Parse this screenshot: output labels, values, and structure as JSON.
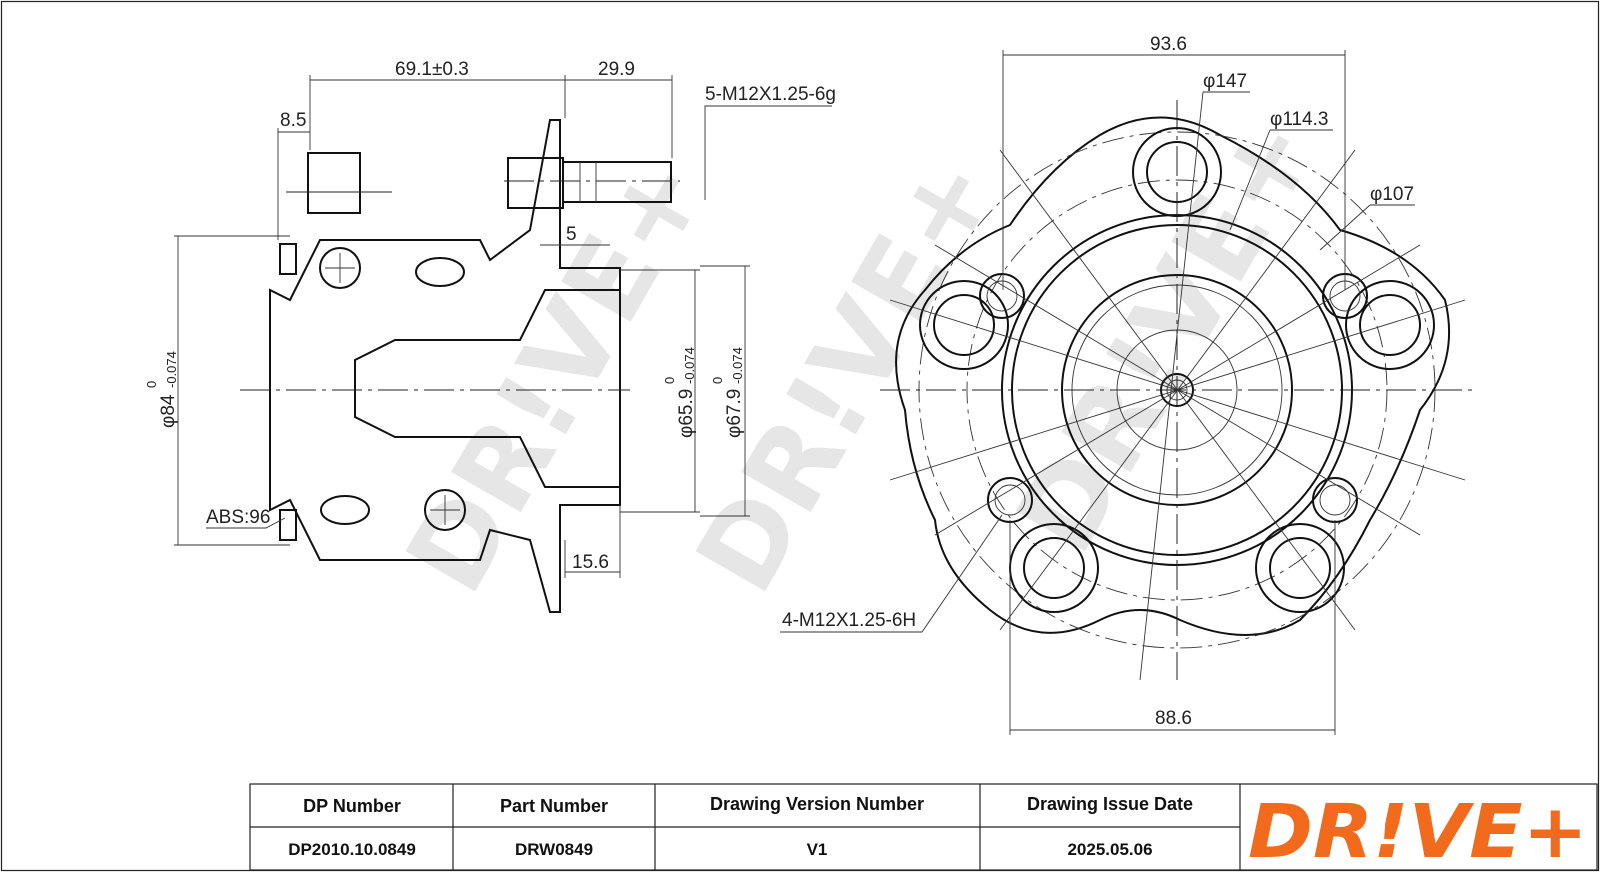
{
  "watermark": "DR!VE+",
  "side_view": {
    "dim_flange_offset": "69.1±0.3",
    "dim_stud_length": "29.9",
    "dim_stud_thread": "5-M12X1.25-6g",
    "dim_wall": "8.5",
    "dim_small": "5",
    "dim_od": "φ84",
    "dim_od_tol_upper": "0",
    "dim_od_tol_lower": "-0.074",
    "dim_bore1": "φ65.9",
    "dim_bore1_tol_upper": "0",
    "dim_bore1_tol_lower": "-0.074",
    "dim_bore2": "φ67.9",
    "dim_bore2_tol_upper": "0",
    "dim_bore2_tol_lower": "-0.074",
    "dim_abs": "ABS:96",
    "dim_flange_thick": "15.6"
  },
  "front_view": {
    "dim_width_top": "93.6",
    "dim_pcd_outer": "φ147",
    "dim_pcd_stud": "φ114.3",
    "dim_pcd_inner": "φ107",
    "dim_mount_thread": "4-M12X1.25-6H",
    "dim_width_bottom": "88.6"
  },
  "title_block": {
    "headers": [
      "DP Number",
      "Part Number",
      "Drawing Version Number",
      "Drawing Issue Date"
    ],
    "values": [
      "DP2010.10.0849",
      "DRW0849",
      "V1",
      "2025.05.06"
    ],
    "logo_text": "DR!VE+"
  },
  "colors": {
    "brand": "#f26a1b",
    "line": "#222222"
  }
}
